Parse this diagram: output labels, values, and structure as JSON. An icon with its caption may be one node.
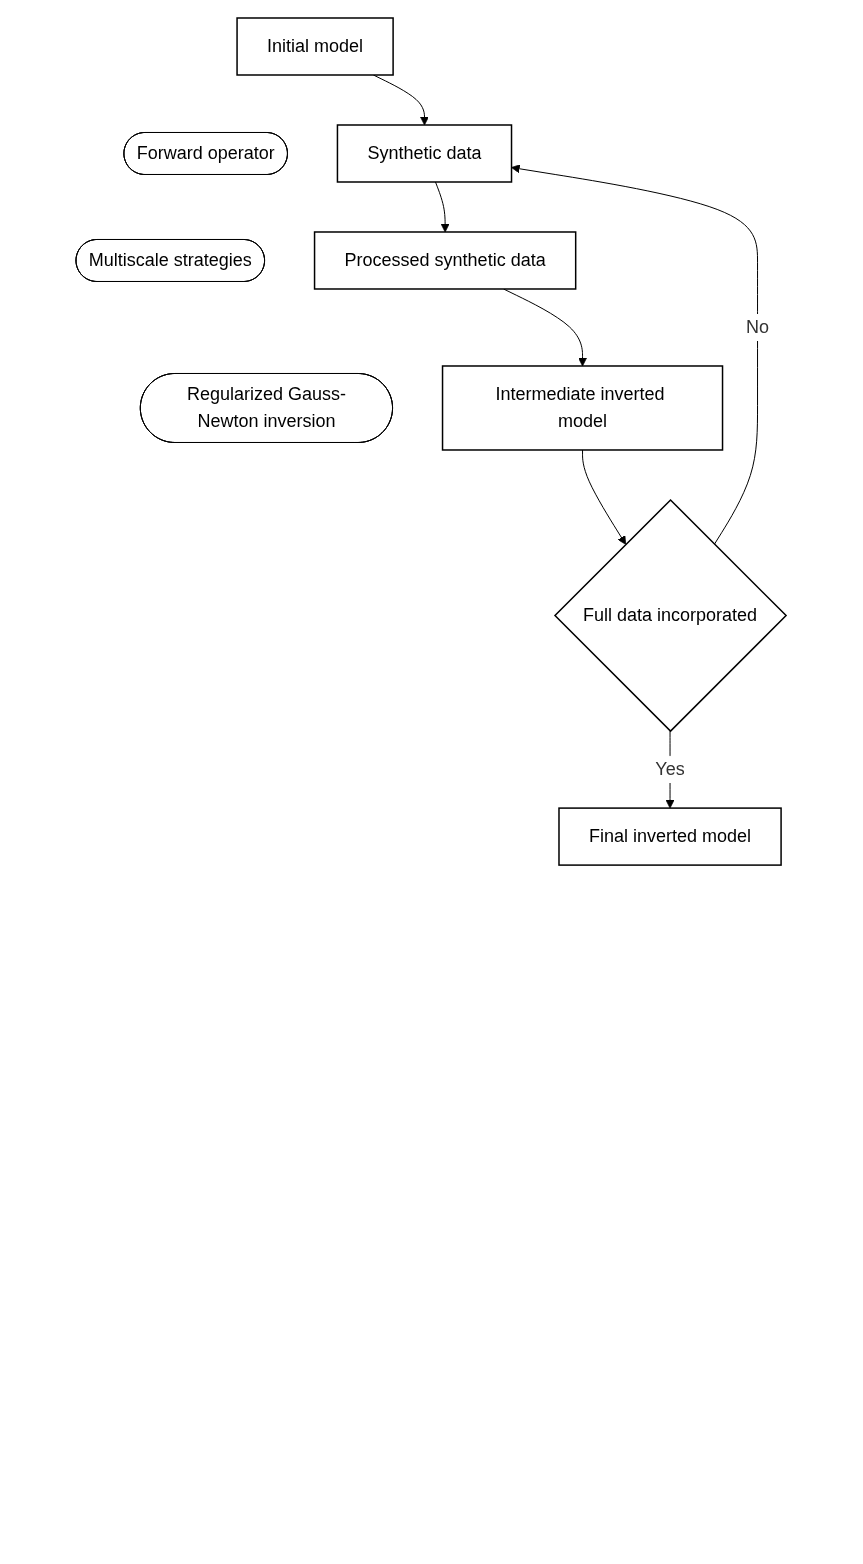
{
  "diagram": {
    "nodes": [
      {
        "text": [
          "Initial model"
        ]
      },
      {
        "text": [
          "Forward operator"
        ]
      },
      {
        "text": [
          "Synthetic data"
        ]
      },
      {
        "text": [
          "Multiscale strategies"
        ]
      },
      {
        "text": [
          "Processed synthetic data"
        ]
      },
      {
        "text": [
          "Regularized Gauss-Newton inversion"
        ]
      },
      {
        "text": [
          "Intermediate inverted model"
        ]
      },
      {
        "text": [
          "Full data incorporated"
        ]
      },
      {
        "text": [
          "Final inverted model"
        ]
      }
    ],
    "edges": [
      {
        "from": 0,
        "to": 2,
        "arrow": "to"
      },
      {
        "from": 2,
        "to": 4,
        "arrow": "to"
      },
      {
        "from": 4,
        "to": 6,
        "arrow": "to"
      },
      {
        "from": 6,
        "to": 7,
        "arrow": "to"
      },
      {
        "from": 7,
        "to": 2,
        "arrow": "to",
        "label": "No"
      },
      {
        "from": 7,
        "to": 8,
        "arrow": "to",
        "label": "Yes"
      }
    ]
  }
}
